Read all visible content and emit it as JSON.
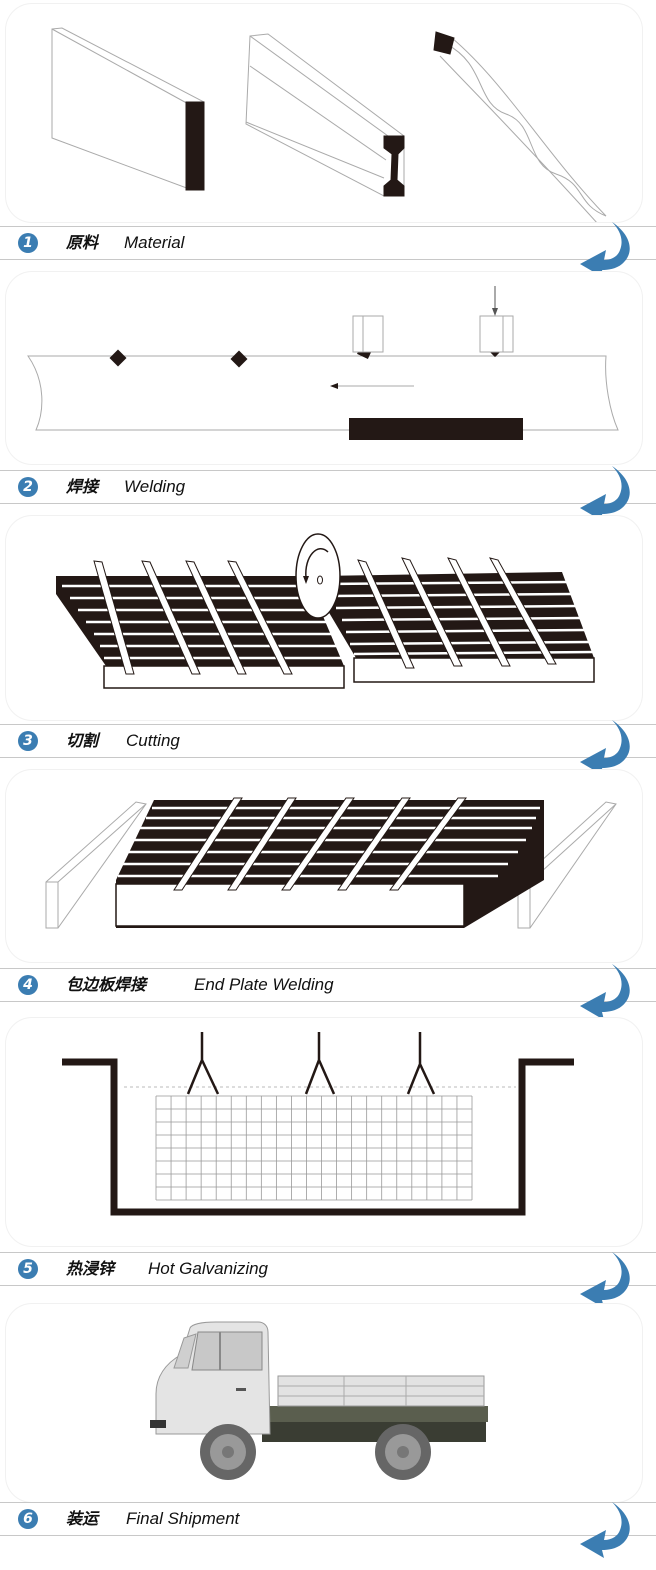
{
  "title": "Steel grating production process",
  "colors": {
    "accent": "#3b7db2",
    "ink": "#231815",
    "outline": "#b5b5b5",
    "band_line": "#c8c8c8"
  },
  "steps": [
    {
      "number": "1",
      "zh": "原料",
      "en": "Material",
      "icon": "raw-material-bars-illustration"
    },
    {
      "number": "2",
      "zh": "焊接",
      "en": "Welding",
      "icon": "welding-line-illustration"
    },
    {
      "number": "3",
      "zh": "切割",
      "en": "Cutting",
      "icon": "cutting-saw-illustration"
    },
    {
      "number": "4",
      "zh": "包边板焊接",
      "en": "End Plate Welding",
      "icon": "end-plate-welding-illustration"
    },
    {
      "number": "5",
      "zh": "热浸锌",
      "en": "Hot Galvanizing",
      "icon": "galvanizing-bath-illustration"
    },
    {
      "number": "6",
      "zh": "装运",
      "en": "Final Shipment",
      "icon": "truck-illustration"
    }
  ],
  "next_arrow_icon": "curved-arrow-down-left-icon"
}
